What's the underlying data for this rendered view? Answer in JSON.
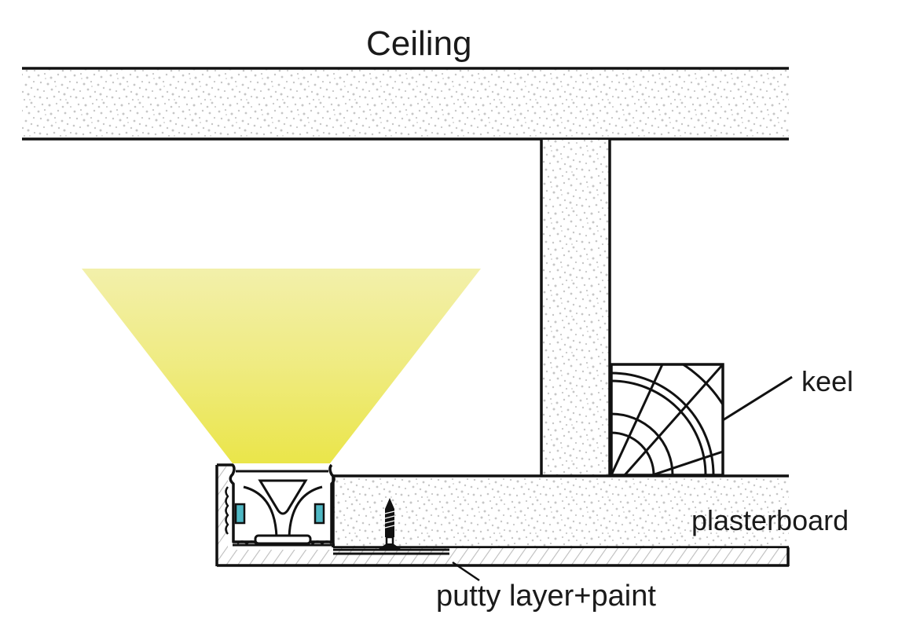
{
  "diagram": {
    "title": "Ceiling",
    "labels": {
      "keel": "keel",
      "plasterboard": "plasterboard",
      "putty": "putty layer+paint"
    },
    "components": [
      "ceiling-slab",
      "vertical-partition",
      "wooden-keel",
      "plasterboard",
      "led-aluminum-profile",
      "led-strip",
      "screw",
      "putty-layer",
      "light-beam"
    ],
    "colors": {
      "stroke": "#111111",
      "speckle": "#c8c8c8",
      "light": "#ece54a",
      "light_edge": "#f2efa6",
      "led_chip": "#4fb8c4",
      "hatch": "#bdbdbd"
    }
  }
}
